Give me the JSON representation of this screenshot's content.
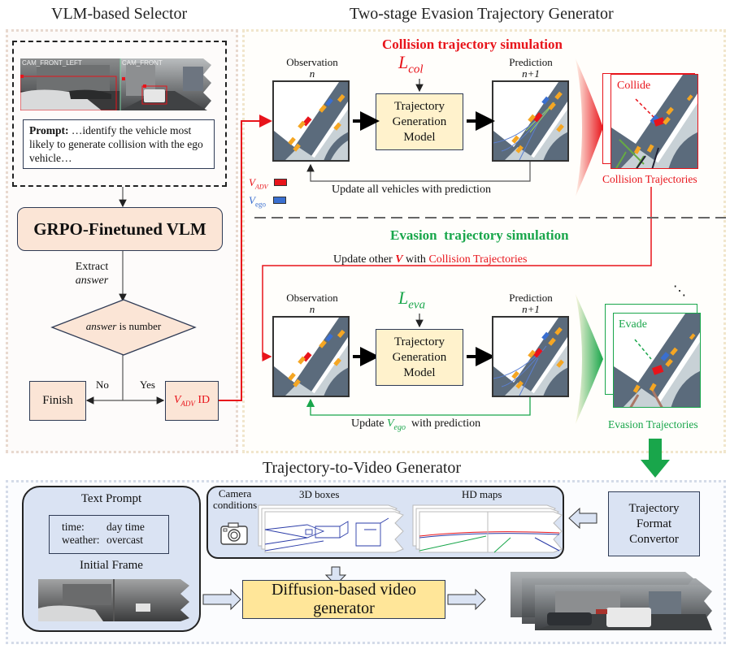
{
  "sections": {
    "selector_title": "VLM-based Selector",
    "generator_title": "Two-stage Evasion Trajectory Generator",
    "video_title": "Trajectory-to-Video Generator"
  },
  "selector": {
    "camera_labels": [
      "CAM_FRONT_LEFT",
      "CAM_FRONT"
    ],
    "bbox_ids": [
      "1",
      "1",
      "5"
    ],
    "prompt_bold": "Prompt:",
    "prompt_text": " …identify the vehicle most likely to generate collision with the ego vehicle…",
    "vlm_label": "GRPO-Finetuned VLM",
    "extract_label": "Extract",
    "extract_answer": "answer",
    "decision_answer": "answer",
    "decision_text": " is number",
    "no_label": "No",
    "yes_label": "Yes",
    "finish_label": "Finish",
    "vadv_v": "V",
    "vadv_sub": "ADV",
    "vadv_id": " ID"
  },
  "collision": {
    "title": "Collision trajectory simulation",
    "observation_label": "Observation",
    "observation_step": "n",
    "loss_main": "L",
    "loss_sub": "col",
    "model_lines": [
      "Trajectory",
      "Generation",
      "Model"
    ],
    "prediction_label": "Prediction",
    "prediction_step": "n+1",
    "feedback_label": "Update all vehicles with prediction",
    "collide_label": "Collide",
    "result_label": "Collision Trajectories",
    "ellipsis": "⋱"
  },
  "legend": {
    "adv_v": "V",
    "adv_sub": "ADV",
    "ego_v": "V",
    "ego_sub": "ego",
    "adv_color": "#e8141b",
    "ego_color": "#3a6fd0"
  },
  "evasion": {
    "title": "Evasion  trajectory simulation",
    "update_prefix": "Update other ",
    "update_v": "V",
    "update_mid": " with ",
    "update_suffix": "Collision Trajectories",
    "observation_label": "Observation",
    "observation_step": "n",
    "loss_main": "L",
    "loss_sub": "eva",
    "model_lines": [
      "Trajectory",
      "Generation",
      "Model"
    ],
    "prediction_label": "Prediction",
    "prediction_step": "n+1",
    "feedback_prefix": "Update ",
    "feedback_v": "V",
    "feedback_sub": "ego",
    "feedback_suffix": "  with prediction",
    "evade_label": "Evade",
    "result_label": "Evasion Trajectories",
    "ellipsis": "⋱"
  },
  "video": {
    "text_prompt_title": "Text Prompt",
    "time_key": "time:",
    "time_val": "day time",
    "weather_key": "weather:",
    "weather_val": "overcast",
    "initial_frame_title": "Initial Frame",
    "camera_label_1": "Camera",
    "camera_label_2": "conditions",
    "boxes_label": "3D boxes",
    "maps_label": "HD maps",
    "convertor_lines": [
      "Trajectory",
      "Format",
      "Convertor"
    ],
    "diffusion_label": "Diffusion-based video generator"
  },
  "colors": {
    "red": "#e8141b",
    "green": "#19a64b",
    "ego_blue": "#3a6fd0",
    "node_fill": "#fbe5d6",
    "model_fill": "#fff2cc",
    "video_panel_fill": "#dae3f3",
    "diffusion_fill": "#ffe699",
    "vehicle_orange": "#f5a623"
  }
}
